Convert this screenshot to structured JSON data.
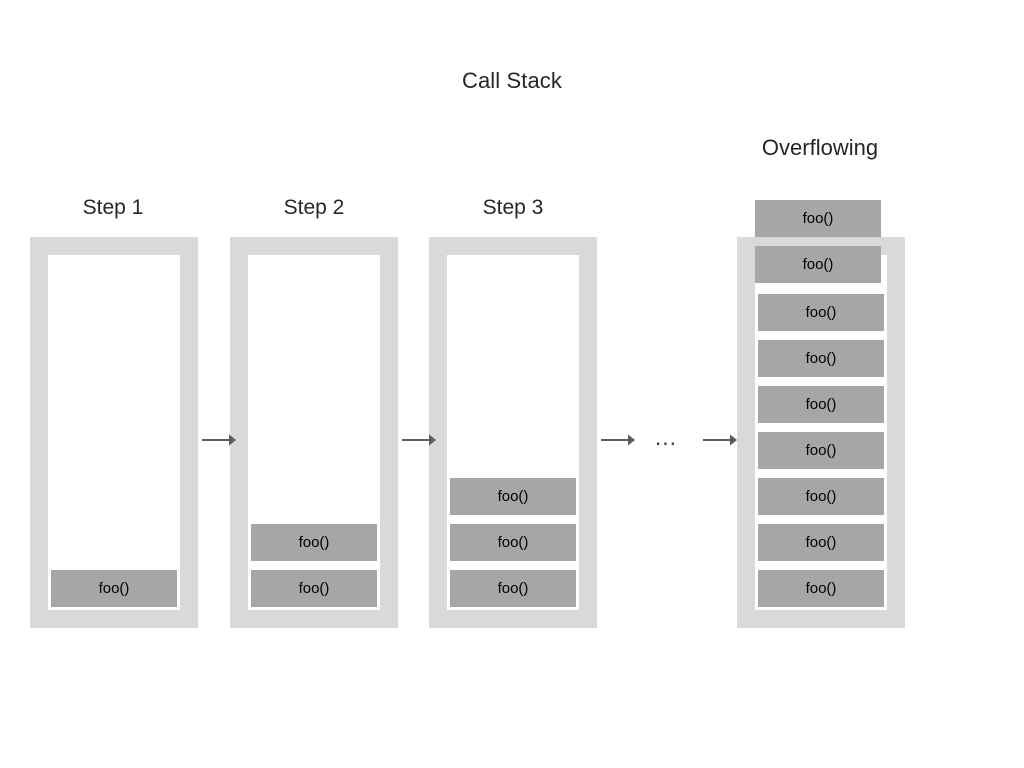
{
  "diagram": {
    "title": "Call Stack",
    "overflow_title": "Overflowing",
    "colors": {
      "frame": "#d9d9d9",
      "inner": "#ffffff",
      "box": "#a6a6a6",
      "text": "#262626",
      "arrow": "#5a5a5a",
      "background": "#ffffff"
    },
    "ellipsis": "...",
    "arrow_glyph": "→",
    "steps": [
      {
        "label": "Step 1",
        "frames": [
          "foo()"
        ]
      },
      {
        "label": "Step 2",
        "frames": [
          "foo()",
          "foo()"
        ]
      },
      {
        "label": "Step 3",
        "frames": [
          "foo()",
          "foo()",
          "foo()"
        ]
      }
    ],
    "overflow_stack": {
      "label": "Overflowing",
      "overflow_frames": [
        "foo()",
        "foo()"
      ],
      "frames": [
        "foo()",
        "foo()",
        "foo()",
        "foo()",
        "foo()",
        "foo()",
        "foo()"
      ],
      "total_frames": 9
    }
  }
}
